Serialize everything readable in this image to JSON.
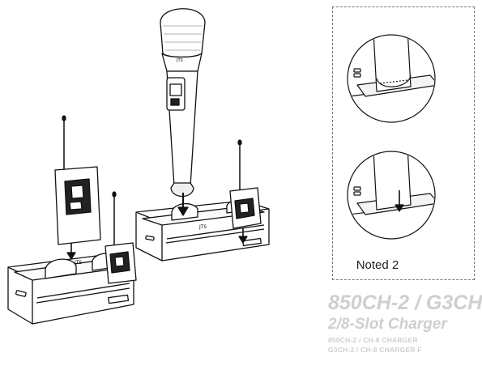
{
  "note_label": "Noted 2",
  "title": "850CH-2 / G3CH",
  "subtitle": "2/8-Slot Charger",
  "lines": [
    "850CH-2 / CH-8 CHARGER",
    "G3CH-2 / CH-8 CHARGER F"
  ],
  "brand_mark": "JTS",
  "mic_tip_mark": "JTS"
}
